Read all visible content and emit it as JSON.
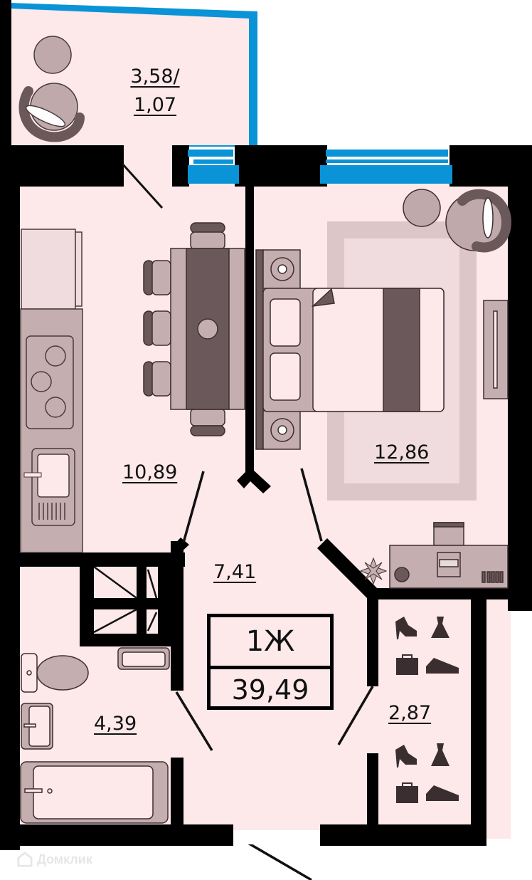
{
  "plan": {
    "apartment_type": "1Ж",
    "total_area": "39,49",
    "colors": {
      "floor": "#fde8ea",
      "wall": "#000000",
      "window": "#0a93d6",
      "furniture_light": "#c4aeb0",
      "furniture_dark": "#6b585b",
      "rug_outer": "#dcc6c8",
      "rug_inner": "#f0dcdf"
    },
    "rooms": [
      {
        "id": "balcony",
        "name": "balcony",
        "area_line1": "3,58/",
        "area_line2": "1,07"
      },
      {
        "id": "kitchen",
        "name": "kitchen-dining",
        "area": "10,89"
      },
      {
        "id": "bedroom",
        "name": "bedroom",
        "area": "12,86"
      },
      {
        "id": "hallway",
        "name": "hallway",
        "area": "7,41"
      },
      {
        "id": "bathroom",
        "name": "bathroom",
        "area": "4,39"
      },
      {
        "id": "wardrobe",
        "name": "wardrobe",
        "area": "2,87"
      }
    ],
    "furniture": {
      "balcony": [
        "round-table-icon",
        "armchair-icon"
      ],
      "kitchen": [
        "fridge-icon",
        "stove-icon",
        "sink-icon",
        "dining-table-icon",
        "chair-icon"
      ],
      "bedroom": [
        "double-bed-icon",
        "nightstand-icon",
        "rug-icon",
        "armchair-icon",
        "round-table-icon",
        "tv-icon",
        "desk-icon",
        "plant-icon"
      ],
      "bathroom": [
        "toilet-icon",
        "washbasin-icon",
        "bathtub-icon",
        "washing-machine-icon"
      ],
      "wardrobe": [
        "heel-shoe-icon",
        "dress-icon",
        "briefcase-icon",
        "sneaker-icon"
      ]
    }
  },
  "watermark": {
    "text": "Домклик"
  }
}
